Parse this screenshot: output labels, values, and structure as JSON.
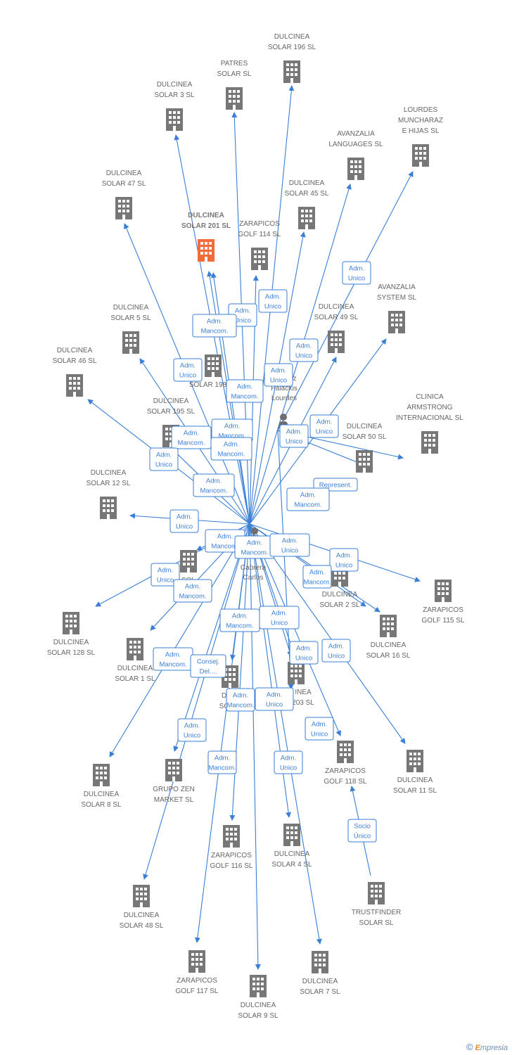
{
  "colors": {
    "edge": "#3a7fd5",
    "building": "#777777",
    "highlight": "#f26b3a",
    "person": "#6e6e6e"
  },
  "nodes": [
    {
      "id": "ds196",
      "label": [
        "DULCINEA",
        "SOLAR 196 SL"
      ]
    },
    {
      "id": "patres",
      "label": [
        "PATRES",
        "SOLAR SL"
      ]
    },
    {
      "id": "ds3",
      "label": [
        "DULCINEA",
        "SOLAR 3 SL"
      ]
    },
    {
      "id": "lourdes",
      "label": [
        "LOURDES",
        "MUNCHARAZ",
        "E HIJAS SL"
      ]
    },
    {
      "id": "avlang",
      "label": [
        "AVANZALIA",
        "LANGUAGES SL"
      ]
    },
    {
      "id": "ds47",
      "label": [
        "DULCINEA",
        "SOLAR 47 SL"
      ]
    },
    {
      "id": "ds45",
      "label": [
        "DULCINEA",
        "SOLAR 45 SL"
      ]
    },
    {
      "id": "ds201",
      "label": [
        "DULCINEA",
        "SOLAR 201 SL"
      ],
      "highlight": true
    },
    {
      "id": "zg114",
      "label": [
        "ZARAPICOS",
        "GOLF 114 SL"
      ]
    },
    {
      "id": "avsys",
      "label": [
        "AVANZALIA",
        "SYSTEM SL"
      ]
    },
    {
      "id": "ds5",
      "label": [
        "DULCINEA",
        "SOLAR 5 SL"
      ]
    },
    {
      "id": "ds49",
      "label": [
        "DULCINEA",
        "SOLAR 49 SL"
      ]
    },
    {
      "id": "ds198",
      "label": [
        "SOLAR 198 SL"
      ]
    },
    {
      "id": "ds46",
      "label": [
        "DULCINEA",
        "SOLAR 46 SL"
      ]
    },
    {
      "id": "clinica",
      "label": [
        "CLINICA",
        "ARMSTRONG",
        "INTERNACIONAL SL"
      ]
    },
    {
      "id": "ds195",
      "label": [
        "DULCINEA",
        "SOLAR 195 SL"
      ]
    },
    {
      "id": "ds50",
      "label": [
        "DULCINEA",
        "SOLAR 50 SL"
      ]
    },
    {
      "id": "ds12",
      "label": [
        "DULCINEA",
        "SOLAR 12 SL"
      ]
    },
    {
      "id": "dsmid",
      "label": [
        "SOL"
      ]
    },
    {
      "id": "ds2",
      "label": [
        "DULCINEA",
        "SOLAR 2 SL"
      ]
    },
    {
      "id": "zg115",
      "label": [
        "ZARAPICOS",
        "GOLF 115 SL"
      ]
    },
    {
      "id": "ds128",
      "label": [
        "DULCINEA",
        "SOLAR 128 SL"
      ]
    },
    {
      "id": "ds16",
      "label": [
        "DULCINEA",
        "SOLAR 16 SL"
      ]
    },
    {
      "id": "ds1",
      "label": [
        "DULCINEA",
        "SOLAR 1 SL"
      ]
    },
    {
      "id": "dslow",
      "label": [
        "DUL",
        "SOLA"
      ]
    },
    {
      "id": "ds203",
      "label": [
        "INEA",
        "203 SL"
      ]
    },
    {
      "id": "ds8",
      "label": [
        "DULCINEA",
        "SOLAR 8 SL"
      ]
    },
    {
      "id": "grupozen",
      "label": [
        "GRUPO ZEN",
        "MARKET  SL"
      ]
    },
    {
      "id": "zg118",
      "label": [
        "ZARAPICOS",
        "GOLF 118 SL"
      ]
    },
    {
      "id": "ds11",
      "label": [
        "DULCINEA",
        "SOLAR 11 SL"
      ]
    },
    {
      "id": "zg116",
      "label": [
        "ZARAPICOS",
        "GOLF 116 SL"
      ]
    },
    {
      "id": "ds4",
      "label": [
        "DULCINEA",
        "SOLAR 4 SL"
      ]
    },
    {
      "id": "trust",
      "label": [
        "TRUSTFINDER",
        "SOLAR SL"
      ]
    },
    {
      "id": "ds48",
      "label": [
        "DULCINEA",
        "SOLAR 48 SL"
      ]
    },
    {
      "id": "zg117",
      "label": [
        "ZARAPICOS",
        "GOLF 117 SL"
      ]
    },
    {
      "id": "ds9",
      "label": [
        "DULCINEA",
        "SOLAR 9 SL"
      ]
    },
    {
      "id": "ds7",
      "label": [
        "DULCINEA",
        "SOLAR 7 SL"
      ]
    }
  ],
  "persons": [
    {
      "id": "carlos",
      "label": [
        "Cabrera",
        "Carlos"
      ]
    },
    {
      "id": "lourdesp",
      "label": [
        "...nchez",
        "Palacios",
        "Lourdes"
      ]
    }
  ],
  "relations": [
    {
      "id": "r1",
      "text": [
        "Adm.",
        "Unico"
      ]
    },
    {
      "id": "r2",
      "text": [
        "Adm.",
        "Unico"
      ]
    },
    {
      "id": "r3",
      "text": [
        "Adm.",
        "Unico"
      ]
    },
    {
      "id": "r4",
      "text": [
        "Adm.",
        "Mancom."
      ]
    },
    {
      "id": "r5",
      "text": [
        "Adm.",
        "Unico"
      ]
    },
    {
      "id": "r6",
      "text": [
        "Adm.",
        "Unico"
      ]
    },
    {
      "id": "r7",
      "text": [
        "Adm.",
        "Mancom."
      ]
    },
    {
      "id": "r8",
      "text": [
        "Adm.",
        "Unico"
      ]
    },
    {
      "id": "r9",
      "text": [
        "Adm.",
        "Mancom."
      ]
    },
    {
      "id": "r10",
      "text": [
        "Adm.",
        "Unico"
      ]
    },
    {
      "id": "r11",
      "text": [
        "Adm.",
        "Mancom."
      ]
    },
    {
      "id": "r12",
      "text": [
        "Adm.",
        "Unico"
      ]
    },
    {
      "id": "r13",
      "text": [
        "Adm.",
        "Unico"
      ]
    },
    {
      "id": "r14",
      "text": [
        "Adm.",
        "Mancom."
      ]
    },
    {
      "id": "r15",
      "text": [
        "Adm.",
        "Mancom."
      ]
    },
    {
      "id": "r16",
      "text": [
        "Represent."
      ]
    },
    {
      "id": "r17",
      "text": [
        "Adm.",
        "Mancom."
      ]
    },
    {
      "id": "r18",
      "text": [
        "Adm.",
        "Unico"
      ]
    },
    {
      "id": "r19",
      "text": [
        "Adm.",
        "Mancom."
      ]
    },
    {
      "id": "r20",
      "text": [
        "Adm.",
        "Mancom."
      ]
    },
    {
      "id": "r21",
      "text": [
        "Adm.",
        "Unico"
      ]
    },
    {
      "id": "r22",
      "text": [
        "Adm.",
        "Unico"
      ]
    },
    {
      "id": "r23",
      "text": [
        "Adm.",
        "Unico"
      ]
    },
    {
      "id": "r24",
      "text": [
        "Adm.",
        "Mancom."
      ]
    },
    {
      "id": "r25",
      "text": [
        "Adm.",
        "Mancom."
      ]
    },
    {
      "id": "r26",
      "text": [
        "Adm.",
        "Mancom."
      ]
    },
    {
      "id": "r27",
      "text": [
        "Adm.",
        "Unico"
      ]
    },
    {
      "id": "r28",
      "text": [
        "Adm.",
        "Unico"
      ]
    },
    {
      "id": "r29",
      "text": [
        "Adm.",
        "Mancom."
      ]
    },
    {
      "id": "r30",
      "text": [
        "Consej.",
        "Del...."
      ]
    },
    {
      "id": "r31",
      "text": [
        "Adm.",
        "Unico"
      ]
    },
    {
      "id": "r32",
      "text": [
        "Adm.",
        "Mancom."
      ]
    },
    {
      "id": "r33",
      "text": [
        "Adm.",
        "Unico"
      ]
    },
    {
      "id": "r34",
      "text": [
        "Adm.",
        "Unico"
      ]
    },
    {
      "id": "r35",
      "text": [
        "Adm.",
        "Unico"
      ]
    },
    {
      "id": "r36",
      "text": [
        "Adm.",
        "Mancom."
      ]
    },
    {
      "id": "r37",
      "text": [
        "Adm.",
        "Unico"
      ]
    },
    {
      "id": "r38",
      "text": [
        "Socio",
        "Único"
      ]
    }
  ],
  "footer": {
    "copyright": "©",
    "brand_e": "E",
    "brand_rest": "mpresia"
  }
}
